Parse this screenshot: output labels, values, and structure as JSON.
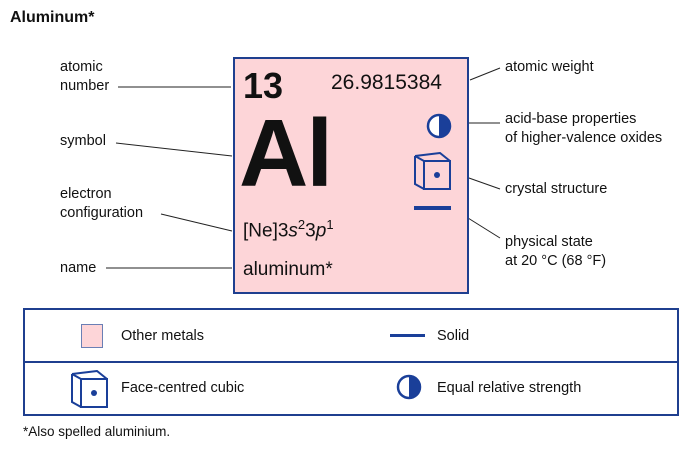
{
  "title": "Aluminum*",
  "element": {
    "atomic_number": "13",
    "atomic_weight": "26.9815384",
    "symbol": "Al",
    "config_prefix": "[Ne]3",
    "config_s": "s",
    "config_s_exp": "2",
    "config_3": "3",
    "config_p": "p",
    "config_p_exp": "1",
    "name": "aluminum*"
  },
  "labels": {
    "atomic_number_1": "atomic",
    "atomic_number_2": "number",
    "symbol": "symbol",
    "electron_1": "electron",
    "electron_2": "configuration",
    "name": "name",
    "atomic_weight": "atomic weight",
    "acid_1": "acid-base properties",
    "acid_2": "of higher-valence oxides",
    "crystal": "crystal structure",
    "state_1": "physical state",
    "state_2": "at 20 °C (68 °F)"
  },
  "legend": {
    "category": "Other metals",
    "state": "Solid",
    "crystal": "Face-centred cubic",
    "acid": "Equal relative strength"
  },
  "footnote": "*Also spelled aluminium.",
  "colors": {
    "tile": "#fdd5d8",
    "navy": "#1f3f8f",
    "icon": "#1a3f99"
  }
}
